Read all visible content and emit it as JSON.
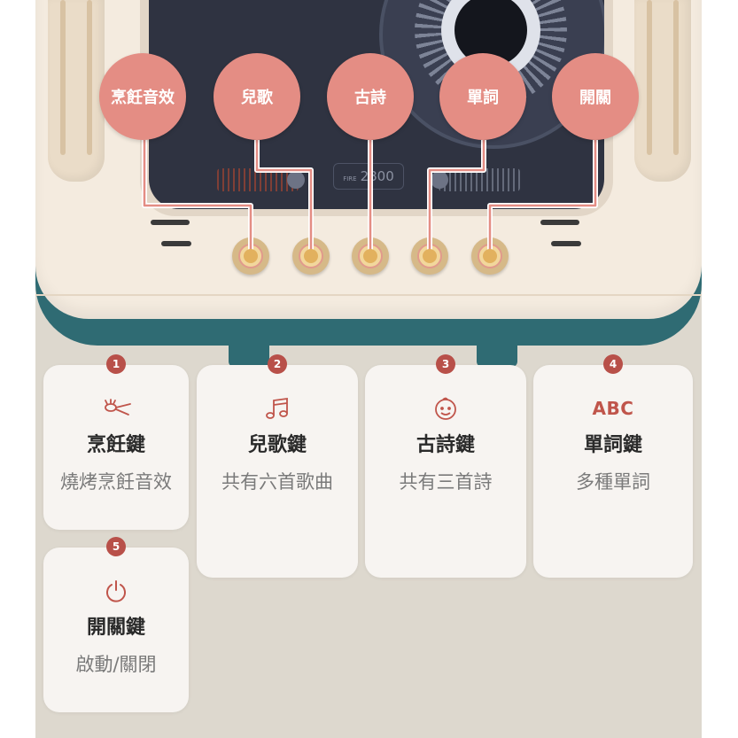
{
  "device": {
    "display_value": "2800",
    "display_unit_label": "FIRE"
  },
  "callouts": [
    "烹飪音效",
    "兒歌",
    "古詩",
    "單詞",
    "開關"
  ],
  "cards": [
    {
      "number": "1",
      "icon": "grill-icon",
      "title": "烹飪鍵",
      "desc": "燒烤烹飪音效"
    },
    {
      "number": "2",
      "icon": "music-note-icon",
      "title": "兒歌鍵",
      "desc": "共有六首歌曲"
    },
    {
      "number": "3",
      "icon": "child-face-icon",
      "title": "古詩鍵",
      "desc": "共有三首詩"
    },
    {
      "number": "4",
      "icon": "abc-icon",
      "icon_text": "ABC",
      "title": "單詞鍵",
      "desc": "多種單詞"
    },
    {
      "number": "5",
      "icon": "power-icon",
      "title": "開關鍵",
      "desc": "啟動/關閉"
    }
  ],
  "colors": {
    "accent": "#e48d84",
    "badge": "#b85049",
    "device_teal": "#2f6b73",
    "body_cream": "#f4ebdf"
  }
}
